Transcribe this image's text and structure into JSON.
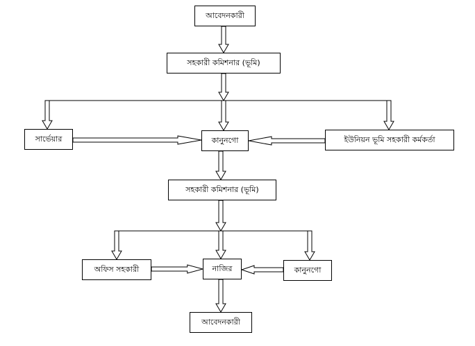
{
  "flowchart": {
    "nodes": {
      "applicant_top": "আবেদনকারী",
      "ac_land_1": "সহকারী কমিশনার (ভূমি)",
      "surveyor": "সার্ভেয়ার",
      "kanungo_1": "কানুনগো",
      "union_land_officer": "ইউনিয়ন ভূমি সহকারী কর্মকর্তা",
      "ac_land_2": "সহকারী কমিশনার (ভূমি)",
      "office_assistant": "অফিস সহকারী",
      "nazir": "নাজির",
      "kanungo_2": "কানুনগো",
      "applicant_bottom": "আবেদনকারী"
    }
  }
}
